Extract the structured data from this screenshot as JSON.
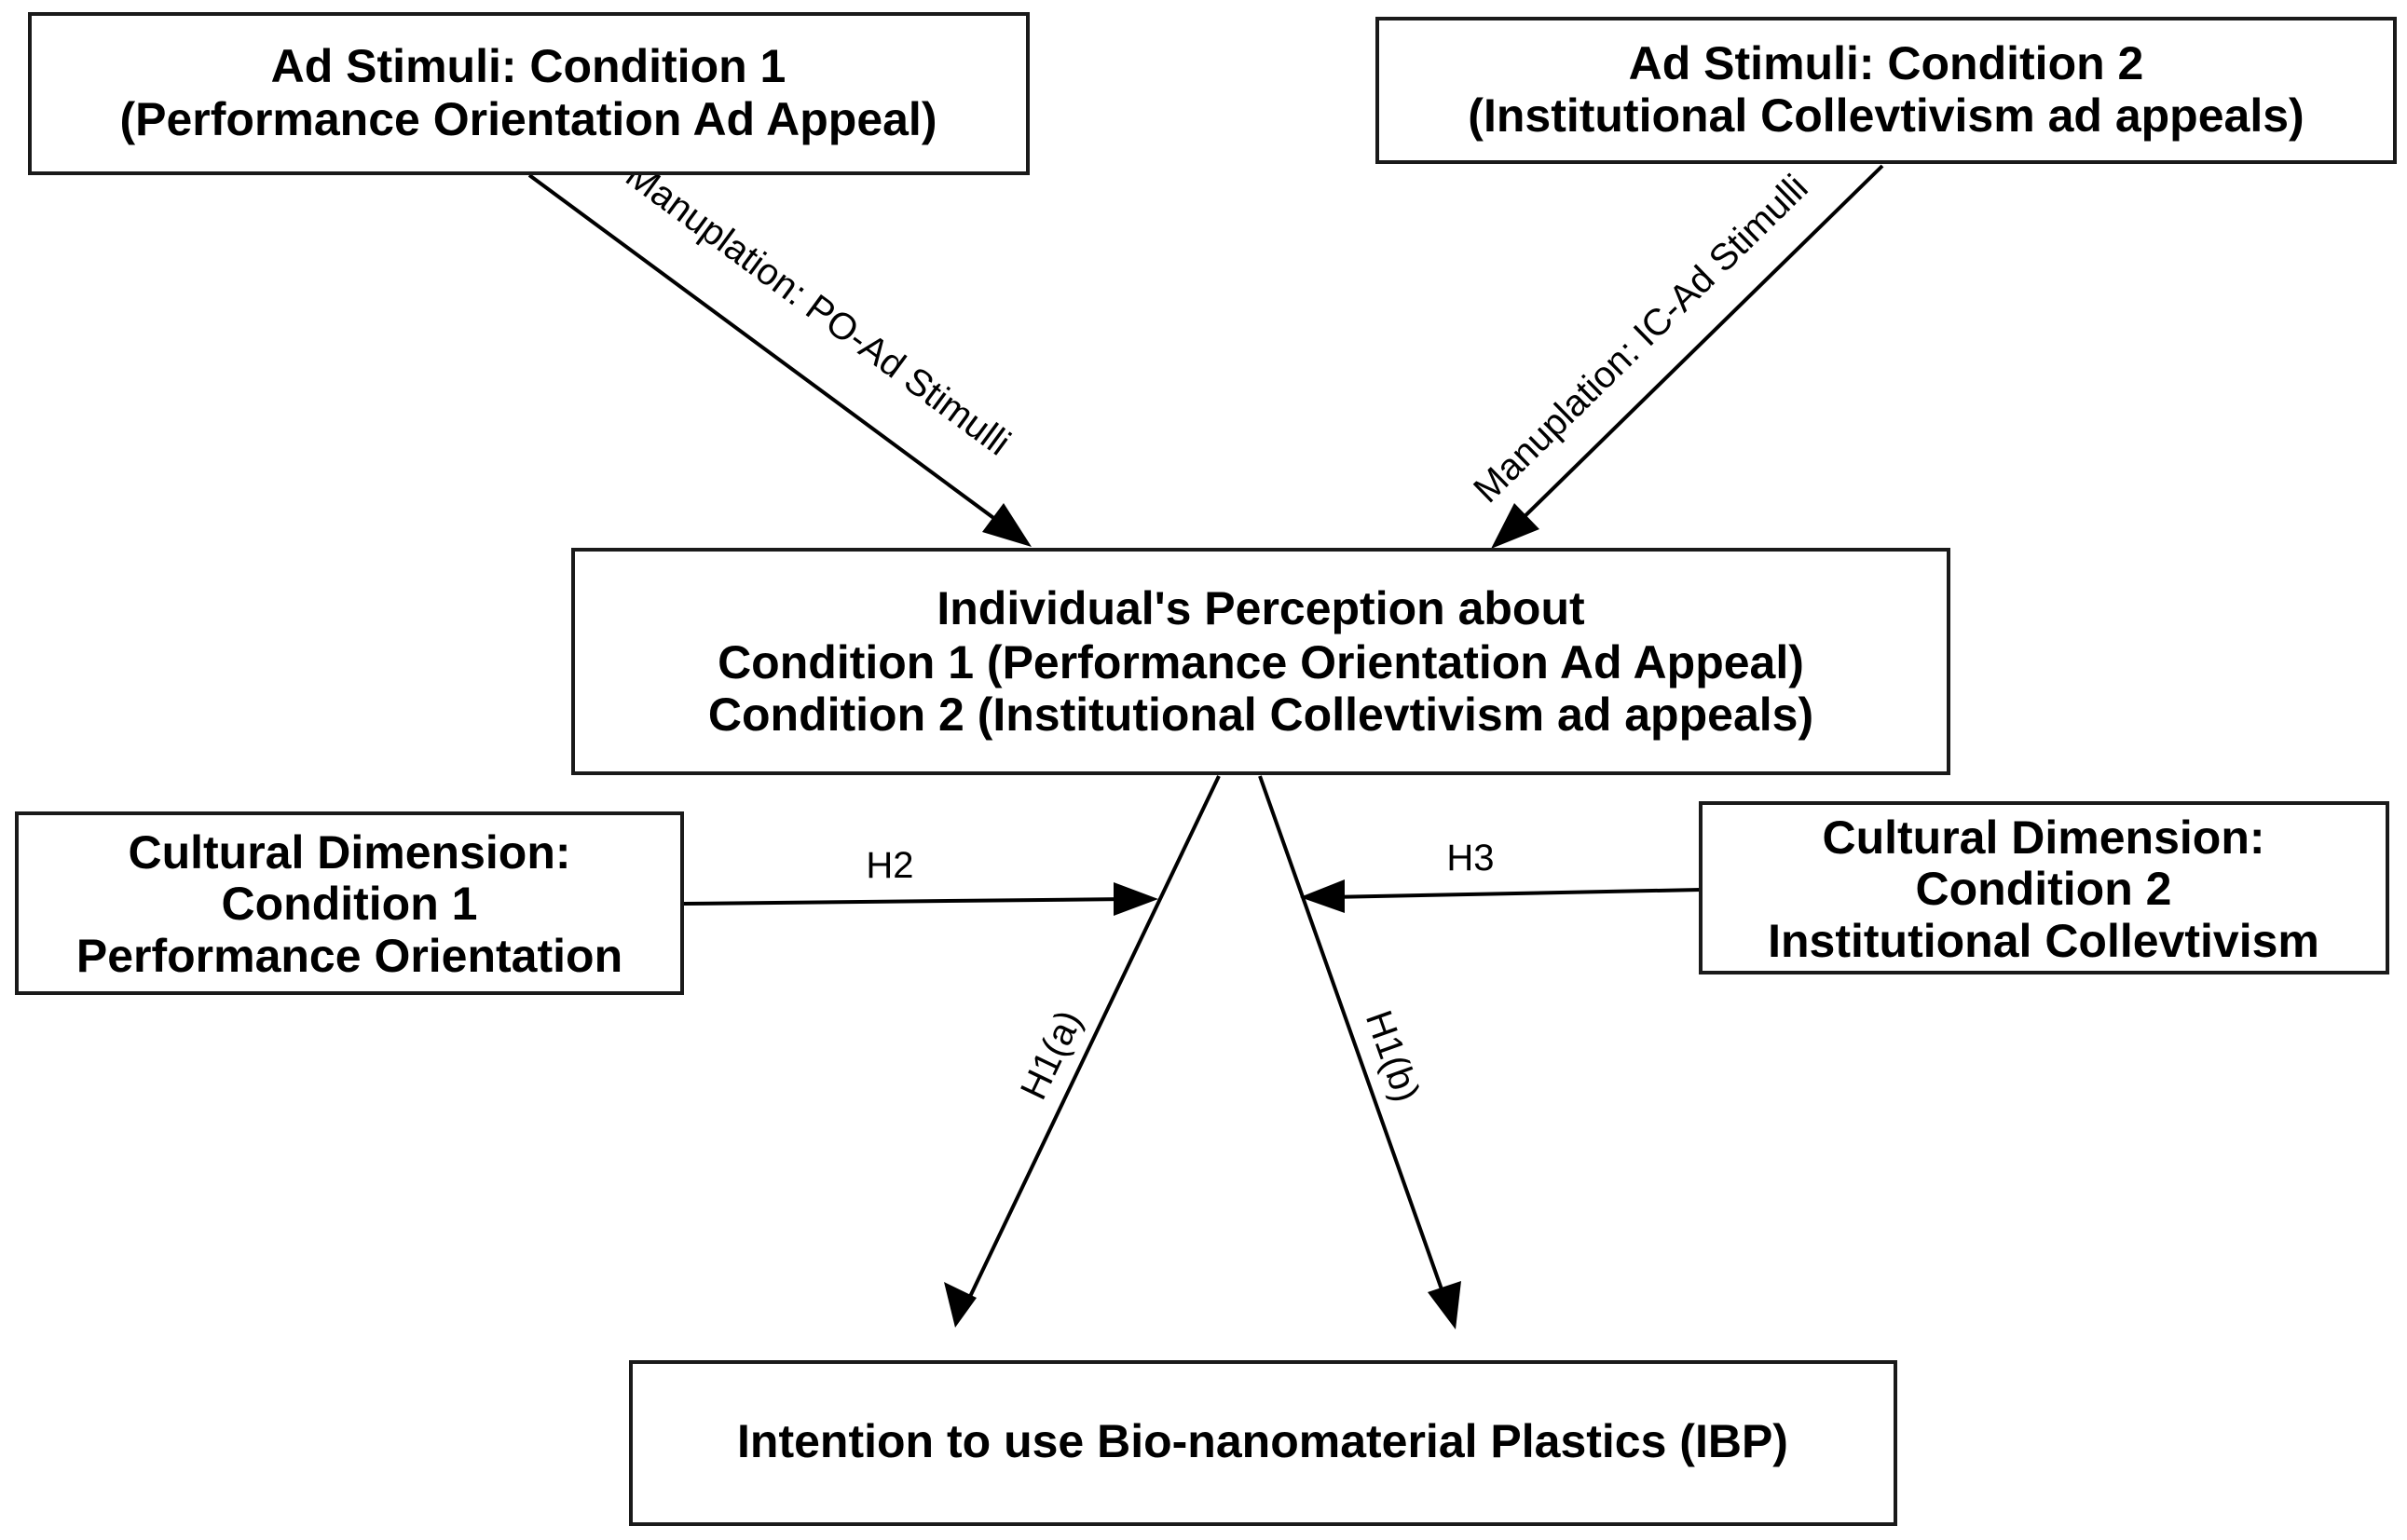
{
  "nodes": {
    "stimuli_1": {
      "lines": [
        "Ad Stimuli: Condition 1",
        "(Performance Orientation Ad Appeal)"
      ]
    },
    "stimuli_2": {
      "lines": [
        "Ad Stimuli: Condition 2",
        "(Institutional Collevtivism ad appeals)"
      ]
    },
    "perception": {
      "lines": [
        "Individual's Perception about",
        "Condition 1 (Performance Orientation Ad Appeal)",
        "Condition 2 (Institutional Collevtivism ad appeals)"
      ]
    },
    "cultural_1": {
      "lines": [
        "Cultural Dimension:",
        "Condition 1",
        "Performance Orientation"
      ]
    },
    "cultural_2": {
      "lines": [
        "Cultural Dimension:",
        "Condition 2",
        "Institutional Collevtivism"
      ]
    },
    "intention": {
      "lines": [
        "Intention to use Bio-nanomaterial Plastics (IBP)"
      ]
    }
  },
  "edges": {
    "manipulation_po": {
      "from": "stimuli_1",
      "to": "perception",
      "label": "Manuplation: PO-Ad Stimulli"
    },
    "manipulation_ic": {
      "from": "stimuli_2",
      "to": "perception",
      "label": "Manuplation: IC-Ad Stimulli"
    },
    "h1a": {
      "from": "perception",
      "to": "intention",
      "label": "H1(a)"
    },
    "h1b": {
      "from": "perception",
      "to": "intention",
      "label": "H1(b)"
    },
    "h2": {
      "from": "cultural_1",
      "to": "h1a",
      "label": "H2"
    },
    "h3": {
      "from": "cultural_2",
      "to": "h1b",
      "label": "H3"
    }
  }
}
